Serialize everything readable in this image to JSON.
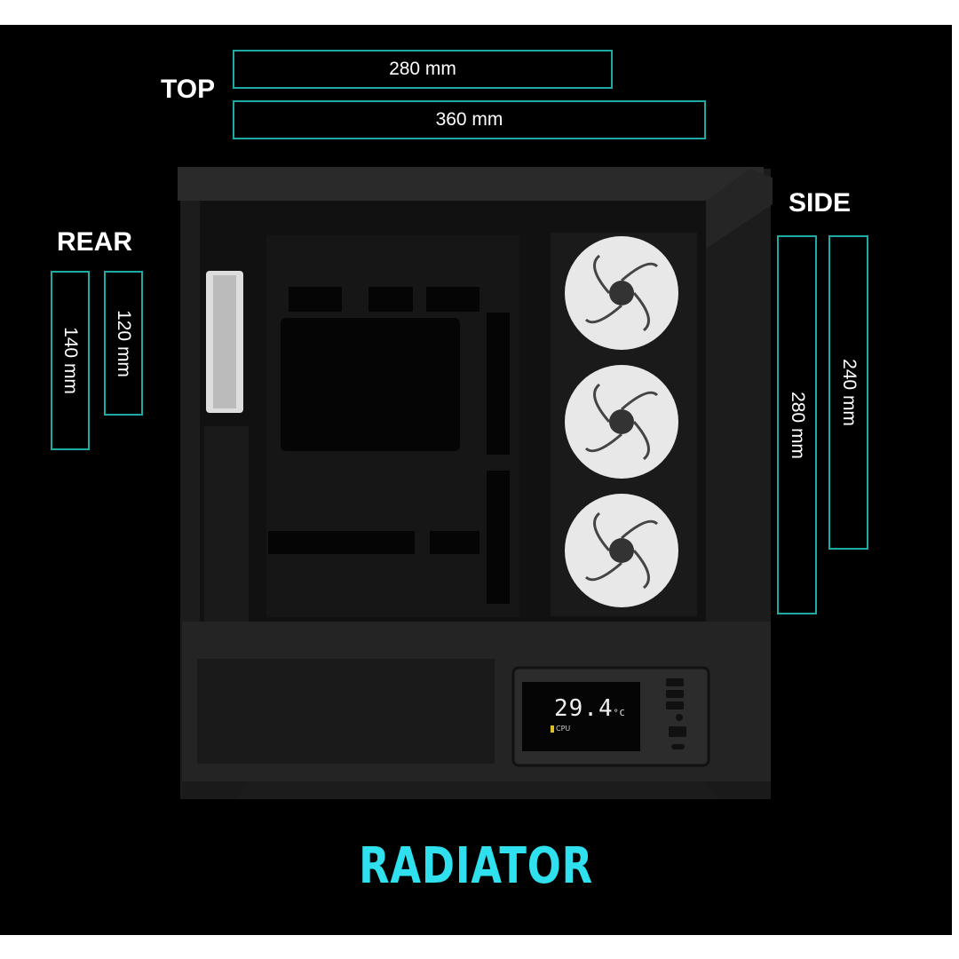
{
  "labels": {
    "top": "TOP",
    "rear": "REAR",
    "side": "SIDE"
  },
  "top_sizes": [
    "280 mm",
    "360 mm"
  ],
  "rear_sizes": [
    "140 mm",
    "120 mm"
  ],
  "side_sizes": [
    "280 mm",
    "240 mm"
  ],
  "title": "RADIATOR",
  "display": {
    "temperature": "29.4",
    "unit": "°C",
    "sensor": "CPU"
  },
  "colors": {
    "accent_border": "#1fa9a6",
    "title": "#2fe0ee"
  }
}
